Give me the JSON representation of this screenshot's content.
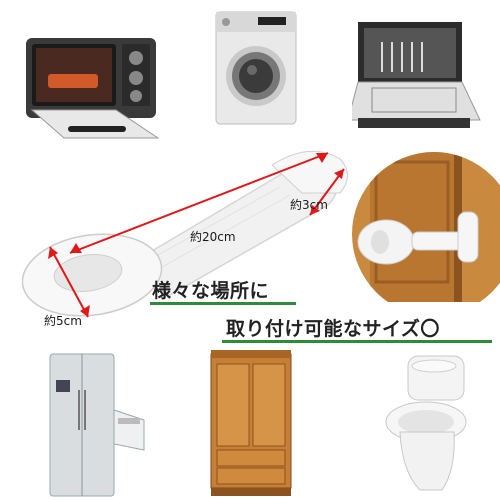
{
  "labels": {
    "length": "約20cm",
    "width_top": "約3cm",
    "width_bottom": "約5cm"
  },
  "headline": {
    "line1": "様々な場所に",
    "line2": "取り付け可能なサイズ〇"
  },
  "colors": {
    "dimension_arrow": "#e01818",
    "underline_green": "#2e8b3a",
    "product_white": "#f4f4f4",
    "wood": "#c9893f"
  },
  "icons": [
    "toaster-oven-icon",
    "washing-machine-icon",
    "dishwasher-icon",
    "cabinet-lock-photo",
    "refrigerator-icon",
    "wardrobe-icon",
    "toilet-icon"
  ]
}
